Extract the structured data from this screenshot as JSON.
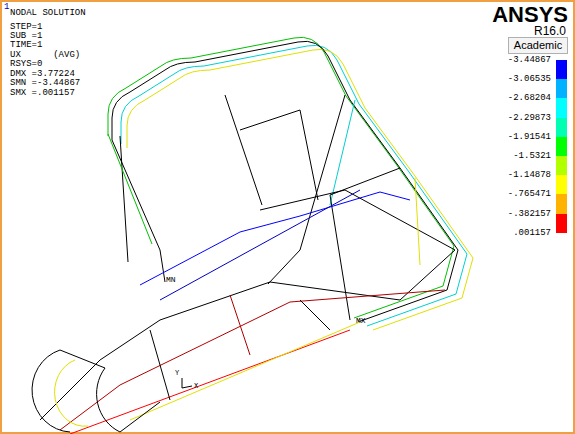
{
  "diagram": {
    "labels": [
      "1",
      "NODAL SOLUTION",
      "STEP=1",
      "SUB =1",
      "TIME=1",
      "UX      (AVG)",
      "RSYS=0",
      "DMX =3.77224",
      "SMN =-3.44867",
      "SMX =.001157",
      "ANSYS",
      "R16.0",
      "Academic",
      "MN",
      "MX",
      "Y",
      "X"
    ],
    "legend": [
      {
        "text": "-3.44867",
        "color": "#0000ff"
      },
      {
        "text": "-3.06535",
        "color": "#00b2ff"
      },
      {
        "text": "-2.68204",
        "color": "#00ffff"
      },
      {
        "text": "-2.29873",
        "color": "#00ffb2"
      },
      {
        "text": "-1.91541",
        "color": "#00ff00"
      },
      {
        "text": "-1.5321",
        "color": "#b2ff00"
      },
      {
        "text": "-1.14878",
        "color": "#ffff00"
      },
      {
        "text": "-.765471",
        "color": "#ffb200"
      },
      {
        "text": "-.382157",
        "color": "#ff0000"
      },
      {
        "text": ".001157"
      }
    ]
  }
}
